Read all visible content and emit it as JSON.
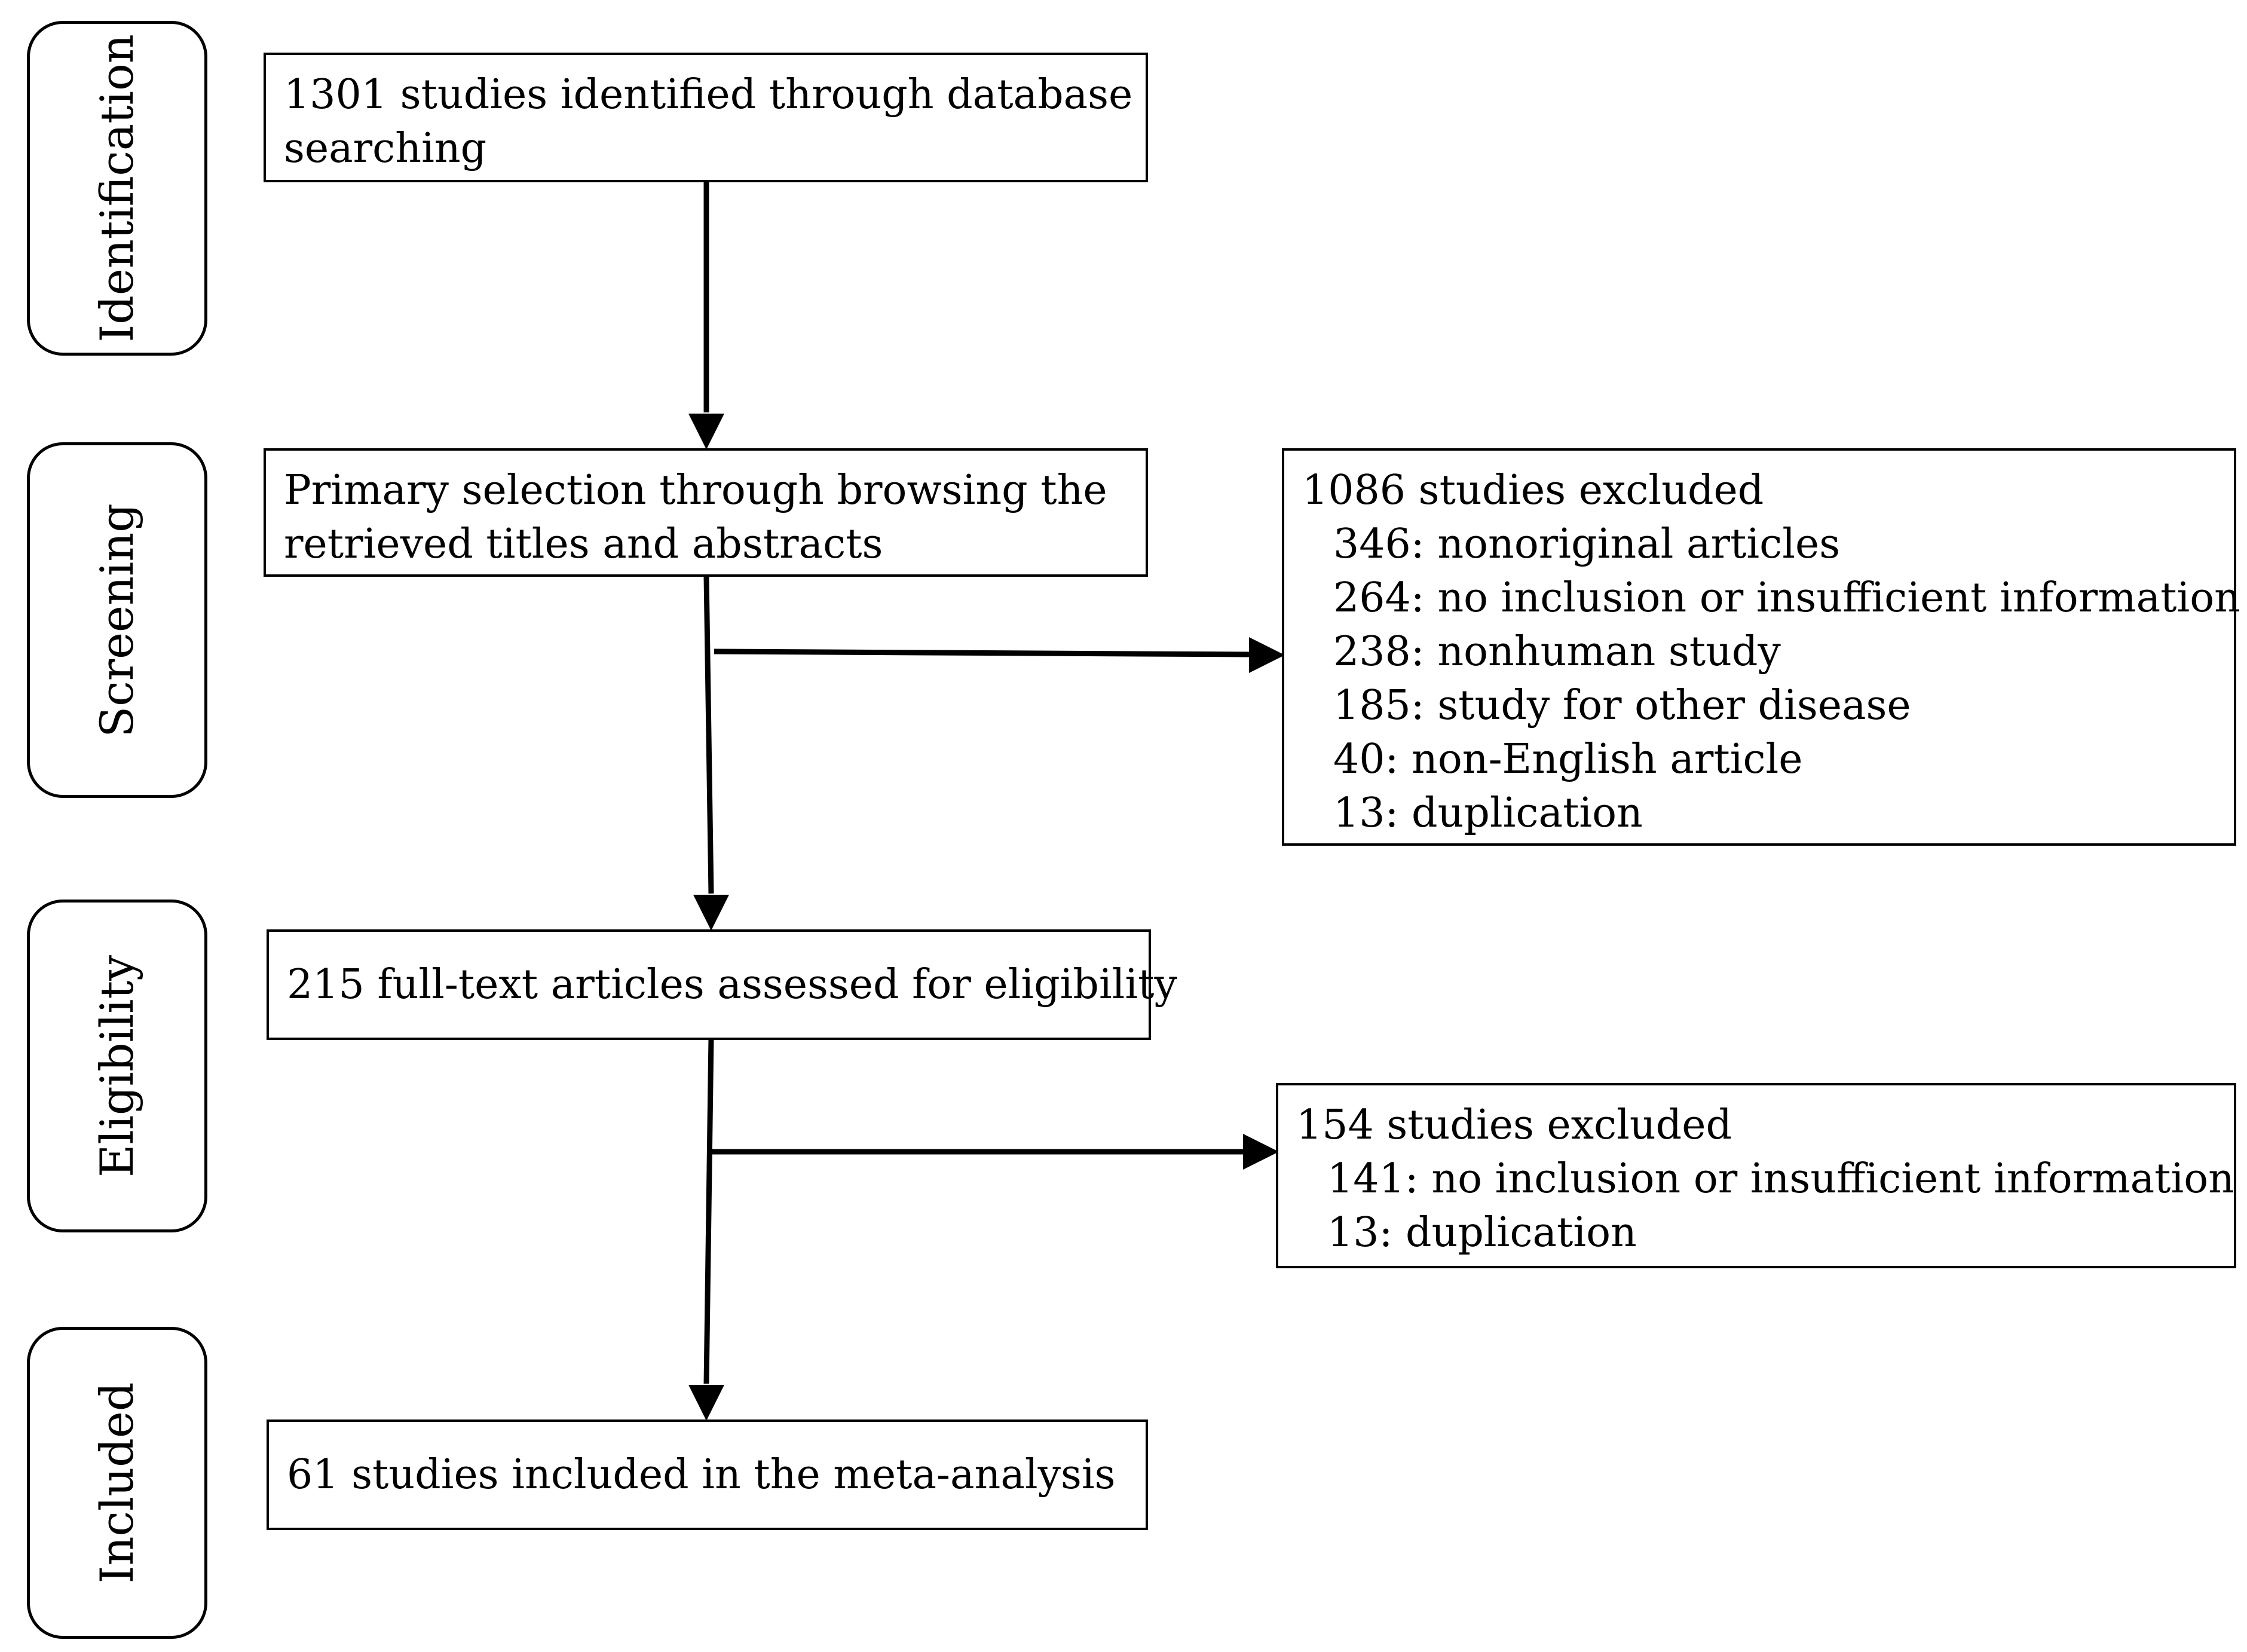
{
  "stages": {
    "identification": "Identification",
    "screening": "Screening",
    "eligibility": "Eligibility",
    "included": "Included"
  },
  "boxes": {
    "identified": {
      "lines": [
        "1301 studies identified through database",
        "searching"
      ]
    },
    "screening": {
      "lines": [
        "Primary selection through browsing the",
        "retrieved titles and abstracts"
      ]
    },
    "excluded_screening": {
      "title": "1086 studies excluded",
      "reasons": [
        "346: nonoriginal articles",
        "264: no inclusion or insufficient information",
        "238: nonhuman study",
        "185: study for other disease",
        "40: non-English article",
        "13: duplication"
      ]
    },
    "eligibility": {
      "text": "215 full-text articles assessed for eligibility"
    },
    "excluded_eligibility": {
      "title": "154 studies excluded",
      "reasons": [
        "141: no inclusion or insufficient information",
        "13: duplication"
      ]
    },
    "included": {
      "text": "61 studies included in the meta-analysis"
    }
  },
  "colors": {
    "stroke": "#000000",
    "background": "#ffffff"
  }
}
